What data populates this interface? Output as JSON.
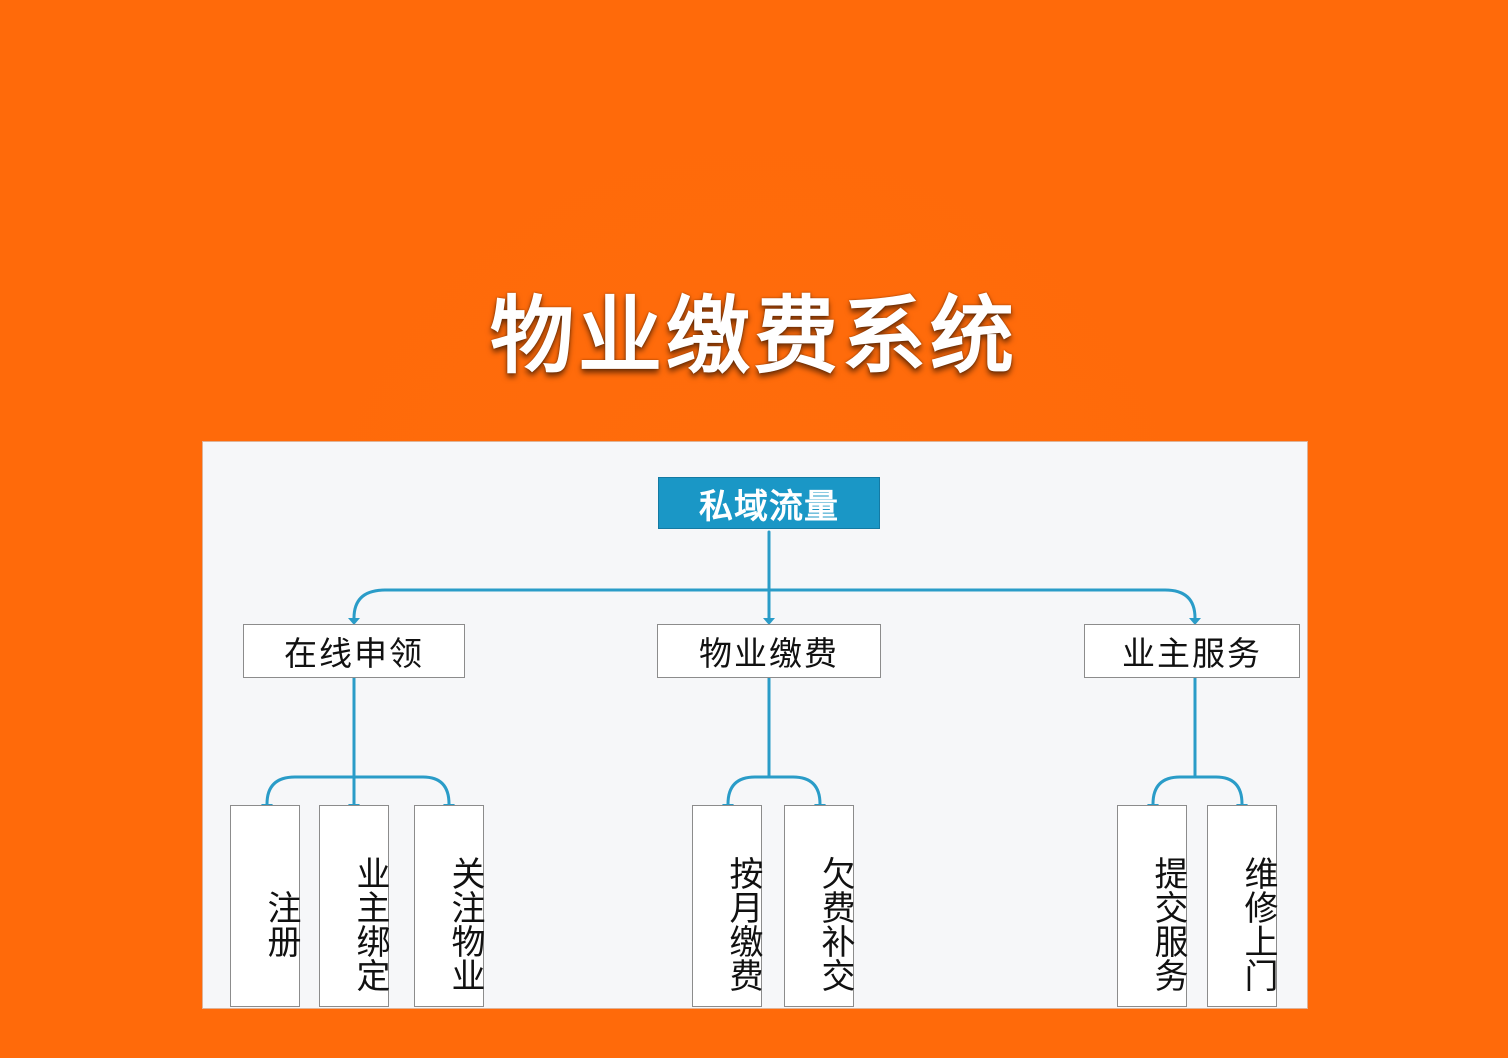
{
  "title": "物业缴费系统",
  "diagram": {
    "root": {
      "label": "私域流量"
    },
    "categories": [
      {
        "label": "在线申领",
        "children": [
          {
            "label": "注册"
          },
          {
            "label": "业主绑定"
          },
          {
            "label": "关注物业"
          }
        ]
      },
      {
        "label": "物业缴费",
        "children": [
          {
            "label": "按月缴费"
          },
          {
            "label": "欠费补交"
          }
        ]
      },
      {
        "label": "业主服务",
        "children": [
          {
            "label": "提交服务"
          },
          {
            "label": "维修上门"
          }
        ]
      }
    ]
  },
  "colors": {
    "background": "#ff6a0a",
    "root_fill": "#1a97c6",
    "connector": "#2a9cc8"
  }
}
